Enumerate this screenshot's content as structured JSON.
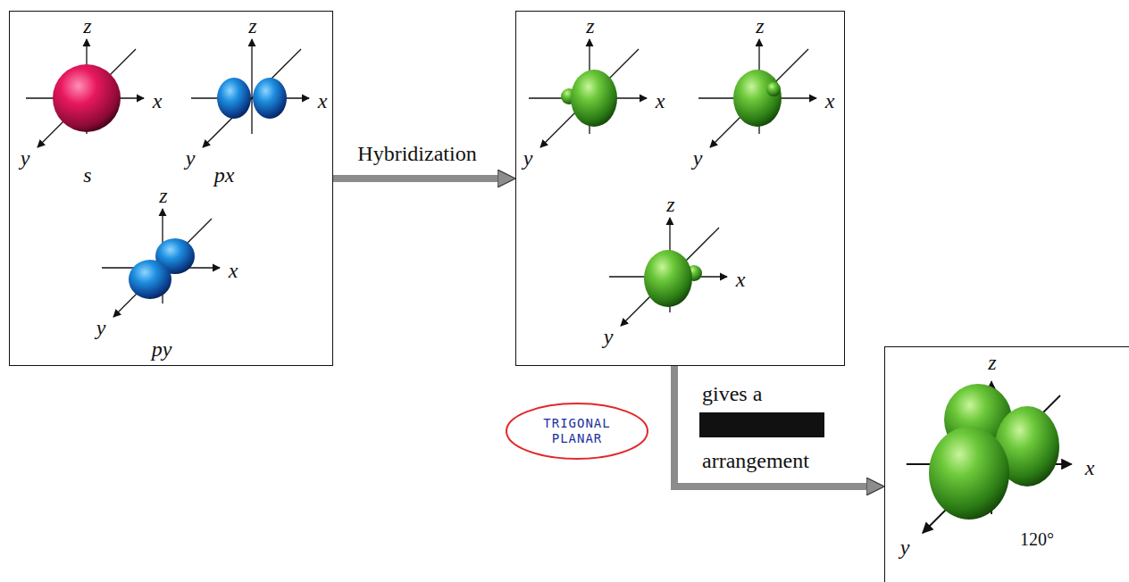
{
  "diagram": {
    "nodes": [
      {
        "text": [
          "z",
          "x",
          "y",
          "s",
          "z",
          "x",
          "y",
          "px",
          "z",
          "x",
          "y",
          "py"
        ]
      },
      {
        "text": [
          "z",
          "x",
          "y",
          "z",
          "x",
          "y",
          "z",
          "x",
          "y"
        ]
      },
      {
        "text": [
          "z",
          "x",
          "y",
          "120°"
        ]
      },
      {
        "text": [
          "TRIGONAL PLANAR"
        ]
      }
    ],
    "edges": [
      {
        "from": 0,
        "to": 1,
        "arrow": "to",
        "label": "Hybridization"
      },
      {
        "from": 1,
        "to": 2,
        "arrow": "to",
        "label": "gives a"
      }
    ],
    "labels": [
      "arrangement"
    ]
  }
}
